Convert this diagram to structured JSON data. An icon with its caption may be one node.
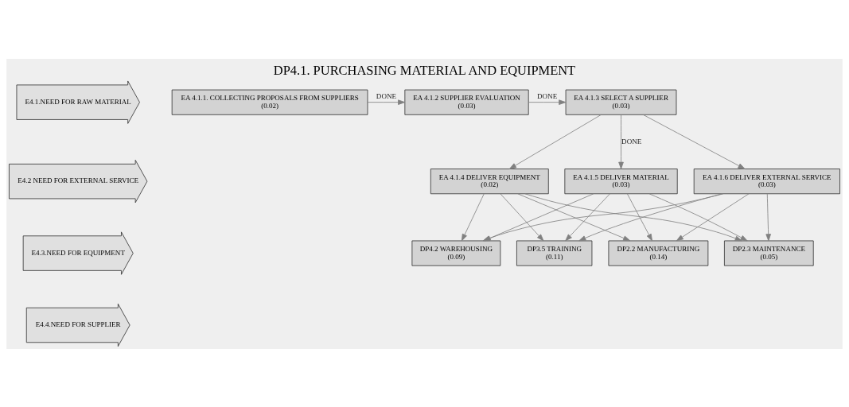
{
  "diagram": {
    "title": "DP4.1. PURCHASING MATERIAL AND EQUIPMENT",
    "nodes": [
      {
        "text": [
          "E4.1.NEED FOR RAW MATERIAL"
        ]
      },
      {
        "text": [
          "E4.2 NEED FOR EXTERNAL SERVICE"
        ]
      },
      {
        "text": [
          "E4.3.NEED FOR EQUIPMENT"
        ]
      },
      {
        "text": [
          "E4.4.NEED FOR SUPPLIER"
        ]
      },
      {
        "text": [
          "EA 4.1.1. COLLECTING PROPOSALS FROM SUPPLIERS",
          "(0.02)"
        ]
      },
      {
        "text": [
          "EA 4.1.2 SUPPLIER EVALUATION",
          "(0.03)"
        ]
      },
      {
        "text": [
          "EA 4.1.3 SELECT A SUPPLIER",
          "(0.03)"
        ]
      },
      {
        "text": [
          "EA 4.1.4 DELIVER EQUIPMENT",
          "(0.02)"
        ]
      },
      {
        "text": [
          "EA 4.1.5 DELIVER MATERIAL",
          "(0.03)"
        ]
      },
      {
        "text": [
          "EA 4.1.6 DELIVER EXTERNAL SERVICE",
          "(0.03)"
        ]
      },
      {
        "text": [
          "DP4.2 WAREHOUSING",
          "(0.09)"
        ]
      },
      {
        "text": [
          "DP2.2 MANUFACTURING",
          "(0.14)"
        ]
      },
      {
        "text": [
          "DP2.3 MAINTENANCE",
          "(0.05)"
        ]
      },
      {
        "text": [
          "DP3.5 TRAINING",
          "(0.11)"
        ]
      }
    ],
    "edges": [
      {
        "from": 4,
        "to": 5,
        "arrow": "to",
        "label": "DONE"
      },
      {
        "from": 5,
        "to": 6,
        "arrow": "to",
        "label": "DONE"
      },
      {
        "from": 6,
        "to": 7,
        "arrow": "to"
      },
      {
        "from": 6,
        "to": 8,
        "arrow": "to",
        "label": "DONE"
      },
      {
        "from": 6,
        "to": 9,
        "arrow": "to"
      },
      {
        "from": 7,
        "to": 10,
        "arrow": "to"
      },
      {
        "from": 7,
        "to": 11,
        "arrow": "to"
      },
      {
        "from": 7,
        "to": 12,
        "arrow": "to"
      },
      {
        "from": 7,
        "to": 13,
        "arrow": "to"
      },
      {
        "from": 8,
        "to": 10,
        "arrow": "to"
      },
      {
        "from": 8,
        "to": 11,
        "arrow": "to"
      },
      {
        "from": 8,
        "to": 12,
        "arrow": "to"
      },
      {
        "from": 8,
        "to": 13,
        "arrow": "to"
      },
      {
        "from": 9,
        "to": 10,
        "arrow": "to"
      },
      {
        "from": 9,
        "to": 11,
        "arrow": "to"
      },
      {
        "from": 9,
        "to": 12,
        "arrow": "to"
      },
      {
        "from": 9,
        "to": 13,
        "arrow": "to"
      }
    ]
  }
}
